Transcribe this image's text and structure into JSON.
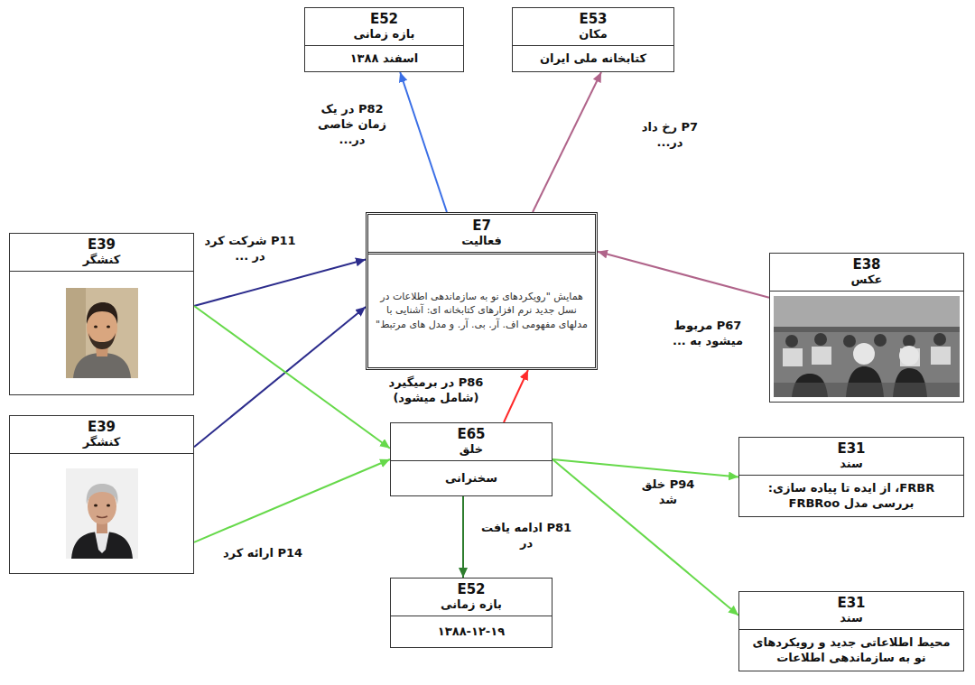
{
  "diagram": {
    "nodes": [
      {
        "text": [
          "E52",
          "بازه زمانی",
          "اسفند ۱۳۸۸"
        ]
      },
      {
        "text": [
          "E53",
          "مکان",
          "کتابخانه ملی ایران"
        ]
      },
      {
        "text": [
          "E39",
          "کنشگر"
        ]
      },
      {
        "text": [
          "E7",
          "فعالیت",
          "همایش \"رویکردهای نو به سازماندهی اطلاعات در نسل جدید نرم افزارهای کتابخانه ای: آشنایی با مدلهای مفهومی اف. آر. بی. آر. و مدل های مرتبط\""
        ]
      },
      {
        "text": [
          "E38",
          "عکس"
        ]
      },
      {
        "text": [
          "E39",
          "کنشگر"
        ]
      },
      {
        "text": [
          "E65",
          "خلق",
          "سخنرانی"
        ]
      },
      {
        "text": [
          "E31",
          "سند",
          "FRBR، از ایده تا پیاده سازی: بررسی مدل FRBRoo"
        ]
      },
      {
        "text": [
          "E52",
          "بازه زمانی",
          "۱۳۸۸-۱۲-۱۹"
        ]
      },
      {
        "text": [
          "E31",
          "سند",
          "محیط اطلاعاتی جدید و رویکردهای نو به سازماندهی اطلاعات"
        ]
      }
    ],
    "edges": [
      {
        "from": 3,
        "to": 0,
        "arrow": "to",
        "label": "P82 در یک زمان خاصی در..."
      },
      {
        "from": 3,
        "to": 1,
        "arrow": "to",
        "label": "P7 رخ داد در..."
      },
      {
        "from": 2,
        "to": 3,
        "arrow": "to",
        "label": "P11 شرکت کرد در ..."
      },
      {
        "from": 5,
        "to": 3,
        "arrow": "to"
      },
      {
        "from": 2,
        "to": 6,
        "arrow": "to"
      },
      {
        "from": 5,
        "to": 6,
        "arrow": "to",
        "label": "P14 ارائه کرد"
      },
      {
        "from": 4,
        "to": 3,
        "arrow": "to",
        "label": "P67 مربوط میشود به ..."
      },
      {
        "from": 6,
        "to": 3,
        "arrow": "to",
        "label": "P86 در برمیگیرد (شامل میشود)"
      },
      {
        "from": 6,
        "to": 8,
        "arrow": "to",
        "label": "P81 ادامه یافت در"
      },
      {
        "from": 6,
        "to": 7,
        "arrow": "to",
        "label": "P94 خلق شد"
      },
      {
        "from": 6,
        "to": 9,
        "arrow": "to"
      }
    ]
  }
}
